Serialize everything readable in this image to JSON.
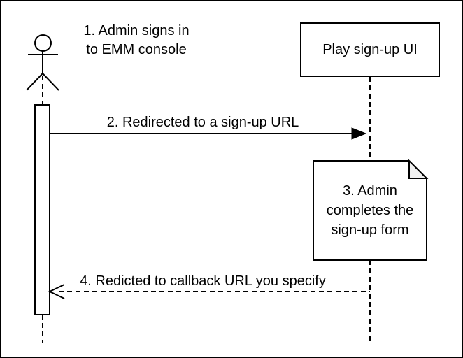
{
  "diagram": {
    "type": "sequence",
    "participants": [
      {
        "id": "admin",
        "kind": "actor",
        "label": "1. Admin signs in\nto EMM console"
      },
      {
        "id": "play-signup-ui",
        "kind": "box",
        "label": "Play sign-up UI"
      }
    ],
    "messages": [
      {
        "step": 2,
        "text": "2. Redirected to a sign-up URL",
        "from": "admin",
        "to": "play-signup-ui",
        "line": "solid",
        "arrowhead": "filled"
      },
      {
        "step": 4,
        "text": "4. Redicted to callback URL you specify",
        "from": "play-signup-ui",
        "to": "admin",
        "line": "dashed",
        "arrowhead": "open"
      }
    ],
    "notes": [
      {
        "step": 3,
        "text": "3. Admin\ncompletes the\nsign-up form",
        "attached_to": "play-signup-ui"
      }
    ],
    "colors": {
      "stroke": "#000000",
      "fill": "#ffffff",
      "note_fold": "#f0f0f0"
    }
  }
}
